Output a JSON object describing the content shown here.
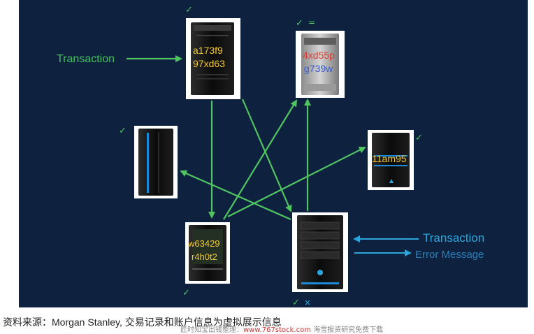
{
  "labels": {
    "transaction_left": "Transaction",
    "transaction_right": "Transaction",
    "error_message": "Error Message",
    "equals_mark": "="
  },
  "servers": {
    "top_left": {
      "line1": "a173f9",
      "line2": "97xd63"
    },
    "top_right": {
      "line1": "4xd55p",
      "line2": "g739w"
    },
    "mid_right": {
      "line1": "11am95"
    },
    "bottom_left": {
      "line1": "w63429",
      "line2": "r4h0t2"
    }
  },
  "checks": {
    "top_left": "✓",
    "top_right": "✓",
    "mid_left": "✓",
    "mid_right": "✓",
    "bottom_left": "✓",
    "bottom_right": "✓",
    "cross": "×"
  },
  "caption": "资料来源：Morgan Stanley, 交易记录和账户信息为虚拟展示信息",
  "watermark": {
    "prefix": "匠时知宝出钱整理：",
    "url": "www.767stock.com",
    "suffix": " 海雪报资研究免费下载"
  },
  "colors": {
    "background": "#0e2240",
    "arrow_green": "#4fc460",
    "text_green": "#43c35c",
    "text_blue": "#2aa6dd",
    "code_yellow": "#f3c830",
    "code_red": "#e23a2e",
    "code_blue": "#3a5bc8"
  }
}
